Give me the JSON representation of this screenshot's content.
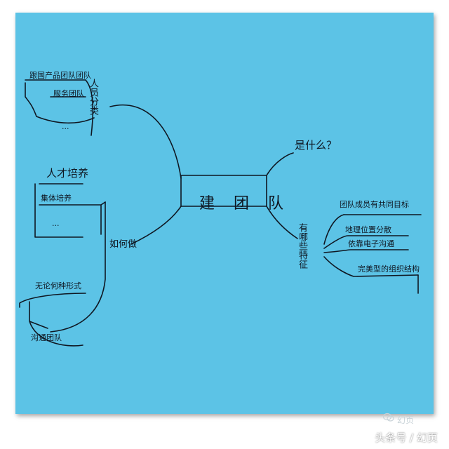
{
  "diagram": {
    "type": "mindmap",
    "center": "建 团 队",
    "left_top": {
      "items": [
        "跟国产品团队团队",
        "服务团队",
        "···"
      ],
      "side_label": "人员分类"
    },
    "left_bottom": {
      "items": [
        "人才培养",
        "集体培养",
        "···",
        "无论何种形式",
        "沟通团队"
      ],
      "branch_label": "如何做"
    },
    "right_top": {
      "label": "是什么？"
    },
    "right_bottom": {
      "branch_label": "有哪些特征",
      "items": [
        "团队成员有共同目标",
        "地理位置分散",
        "依靠电子沟通",
        "完美型的组织结构"
      ]
    }
  },
  "colors": {
    "paper": "#5cc3e6",
    "ink": "#0f1722",
    "border": "#ffffff"
  },
  "watermark": "幻页",
  "footer_credit": "头条号 / 幻页"
}
